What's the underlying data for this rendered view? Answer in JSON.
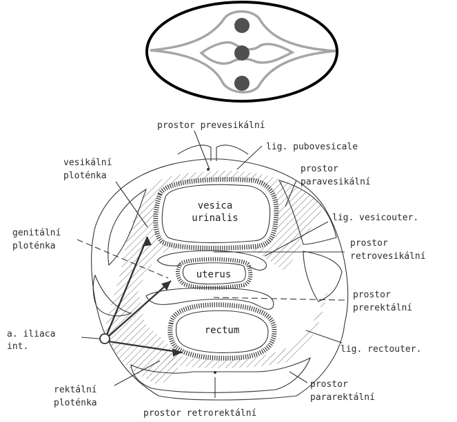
{
  "labels": {
    "prostor_prevesikalni": "prostor prevesikální",
    "lig_pubovesicale": "lig. pubovesicale",
    "vesikalni_1": "vesikální",
    "vesikalni_2": "ploténka",
    "prostor_paravesikalni_1": "prostor",
    "prostor_paravesikalni_2": "paravesikální",
    "vesica_1": "vesica",
    "vesica_2": "urinalis",
    "lig_vesicouter": "lig. vesicouter.",
    "genitalni_1": "genitální",
    "genitalni_2": "ploténka",
    "prostor_retrovesikalni_1": "prostor",
    "prostor_retrovesikalni_2": "retrovesikální",
    "uterus": "uterus",
    "prostor_prerektalni_1": "prostor",
    "prostor_prerektalni_2": "prerektální",
    "iliaca_1": "a. iliaca",
    "iliaca_2": "int.",
    "rectum": "rectum",
    "lig_rectouter": "lig. rectouter.",
    "rektalni_1": "rektální",
    "rektalni_2": "ploténka",
    "prostor_pararektalni_1": "prostor",
    "prostor_pararektalni_2": "pararektální",
    "prostor_retrorektalni": "prostor retrorektální"
  },
  "colors": {
    "inset_outline": "#000000",
    "inset_lines": "#a6a6a6",
    "inset_dots": "#505050",
    "drawing_ink": "#333333"
  }
}
